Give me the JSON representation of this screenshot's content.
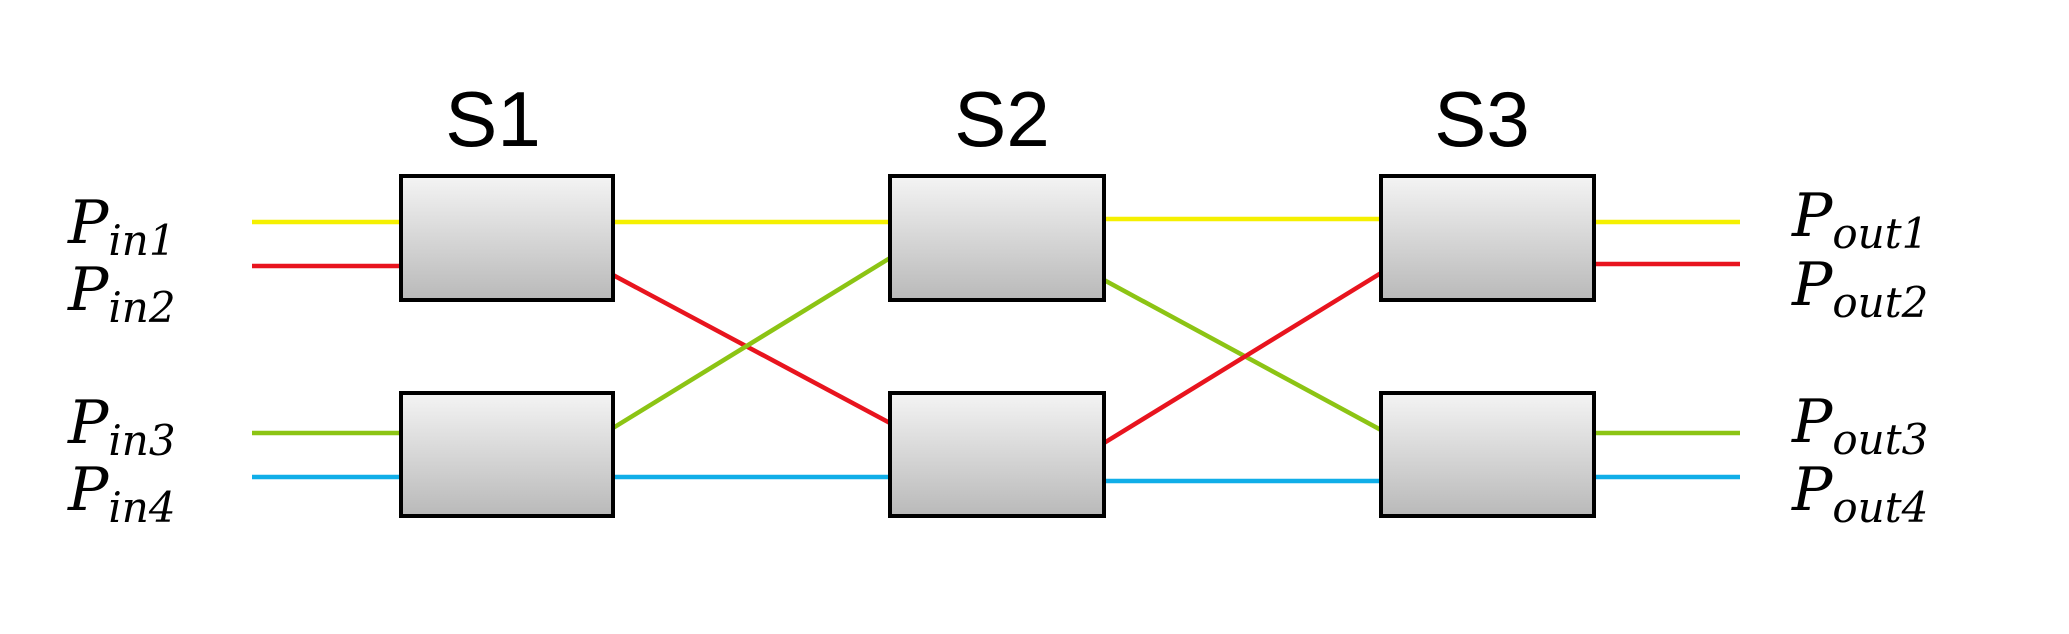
{
  "stages": [
    {
      "label": "S1"
    },
    {
      "label": "S2"
    },
    {
      "label": "S3"
    }
  ],
  "inputs": [
    {
      "symbol": "P",
      "subscript": "in1"
    },
    {
      "symbol": "P",
      "subscript": "in2"
    },
    {
      "symbol": "P",
      "subscript": "in3"
    },
    {
      "symbol": "P",
      "subscript": "in4"
    }
  ],
  "outputs": [
    {
      "symbol": "P",
      "subscript": "out1"
    },
    {
      "symbol": "P",
      "subscript": "out2"
    },
    {
      "symbol": "P",
      "subscript": "out3"
    },
    {
      "symbol": "P",
      "subscript": "out4"
    }
  ],
  "colors": {
    "yellow": "#f5f000",
    "red": "#e8141e",
    "green": "#8cc414",
    "blue": "#10aee8",
    "box_light": "#f4f4f4",
    "box_dark": "#b9b9b9"
  }
}
